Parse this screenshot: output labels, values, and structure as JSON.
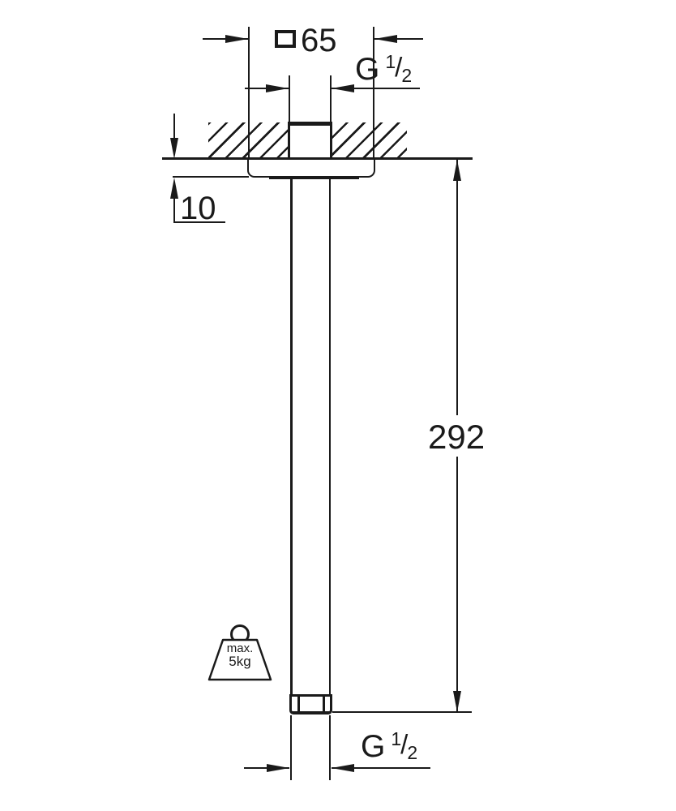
{
  "drawing": {
    "top_dimension": {
      "value": "65"
    },
    "thread_top": {
      "letter": "G",
      "numerator": "1",
      "slash": "/",
      "denominator": "2"
    },
    "offset_dimension": {
      "value": "10"
    },
    "length_dimension": {
      "value": "292"
    },
    "thread_bottom": {
      "letter": "G",
      "numerator": "1",
      "slash": "/",
      "denominator": "2"
    },
    "weight_badge": {
      "line1": "max.",
      "line2": "5kg"
    },
    "colors": {
      "line": "#1a1a1a",
      "background": "#ffffff"
    }
  }
}
